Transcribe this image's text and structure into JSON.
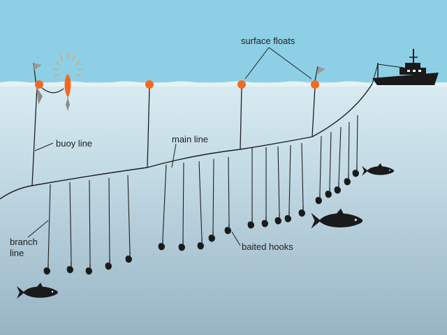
{
  "labels": {
    "surface_floats": "surface floats",
    "buoy_line": "buoy line",
    "main_line": "main line",
    "branch_line_1": "branch",
    "branch_line_2": "line",
    "baited_hooks": "baited hooks"
  },
  "colors": {
    "sky": "#8dd0e6",
    "water_top": "#d8ebf1",
    "water_bottom": "#98b4c4",
    "line": "#1e1e1e",
    "float": "#f26a21",
    "fish": "#1a1a1a",
    "boat": "#1a1a1a"
  },
  "icons": [
    "flag-icon",
    "strobe-buoy-icon",
    "float-icon",
    "hook-icon",
    "fish-icon",
    "fishing-boat-icon"
  ]
}
